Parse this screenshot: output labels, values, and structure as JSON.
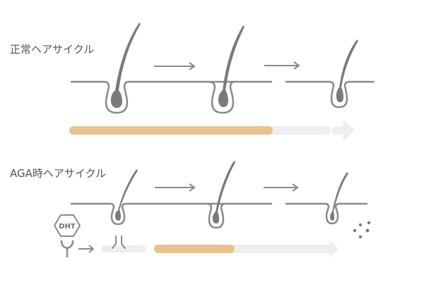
{
  "rows": [
    {
      "id": "normal",
      "label": "正常ヘアサイクル",
      "stages": 3,
      "progress": {
        "filled_fraction": 0.72,
        "fill_color": "#e8c38f",
        "track_color": "#eeeeee"
      }
    },
    {
      "id": "aga",
      "label": "AGA時ヘアサイクル",
      "stages": 3,
      "progress": {
        "filled_fraction": 0.42,
        "fill_color": "#e8c38f",
        "track_color": "#eeeeee"
      },
      "badge": {
        "text": "DHT",
        "shape": "hexagon"
      },
      "icons": [
        "receptor-icon",
        "arrow-right-icon",
        "hair-falling-dots-icon"
      ]
    }
  ],
  "colors": {
    "line": "#8a8a8a",
    "hair": "#7a7a7a",
    "accent": "#e8c38f",
    "track": "#eeeeee"
  }
}
